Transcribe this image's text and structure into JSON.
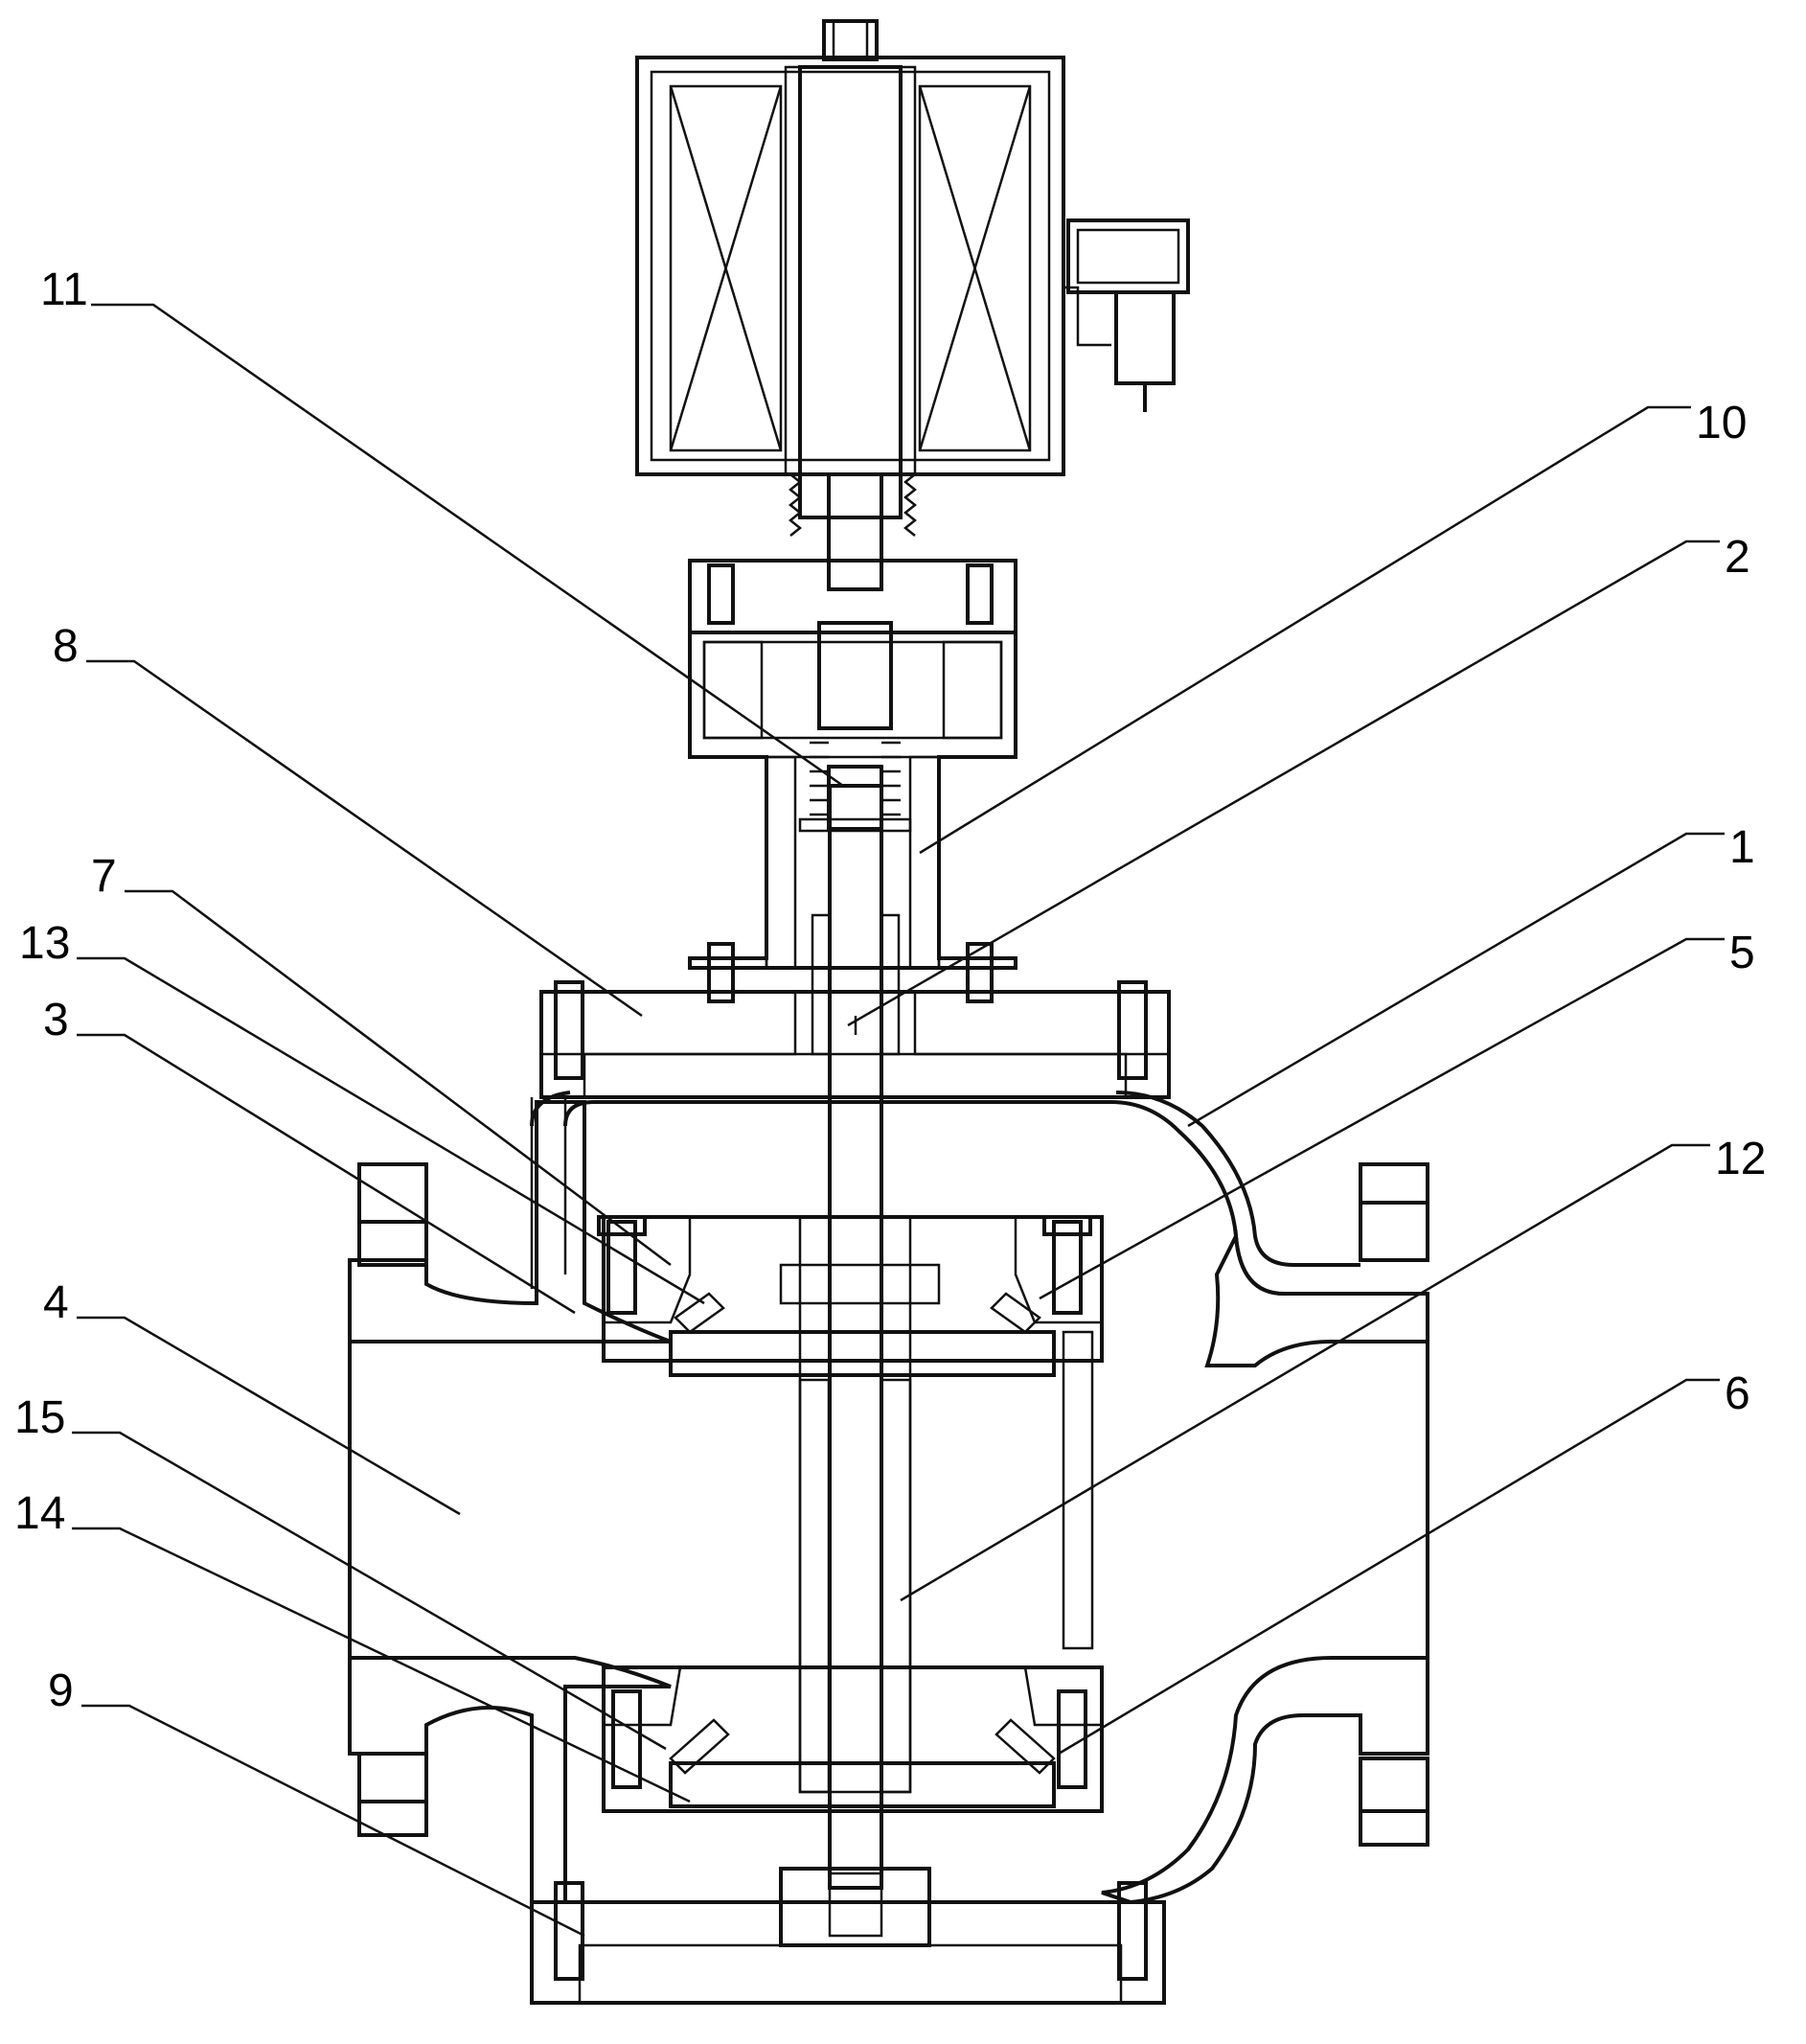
{
  "diagram": {
    "callouts": [
      {
        "id": "11",
        "label": "11"
      },
      {
        "id": "10",
        "label": "10"
      },
      {
        "id": "2",
        "label": "2"
      },
      {
        "id": "8",
        "label": "8"
      },
      {
        "id": "1",
        "label": "1"
      },
      {
        "id": "7",
        "label": "7"
      },
      {
        "id": "5",
        "label": "5"
      },
      {
        "id": "13",
        "label": "13"
      },
      {
        "id": "3",
        "label": "3"
      },
      {
        "id": "12",
        "label": "12"
      },
      {
        "id": "4",
        "label": "4"
      },
      {
        "id": "6",
        "label": "6"
      },
      {
        "id": "15",
        "label": "15"
      },
      {
        "id": "14",
        "label": "14"
      },
      {
        "id": "9",
        "label": "9"
      }
    ],
    "colors": {
      "ink": "#111111",
      "background": "#ffffff"
    }
  }
}
